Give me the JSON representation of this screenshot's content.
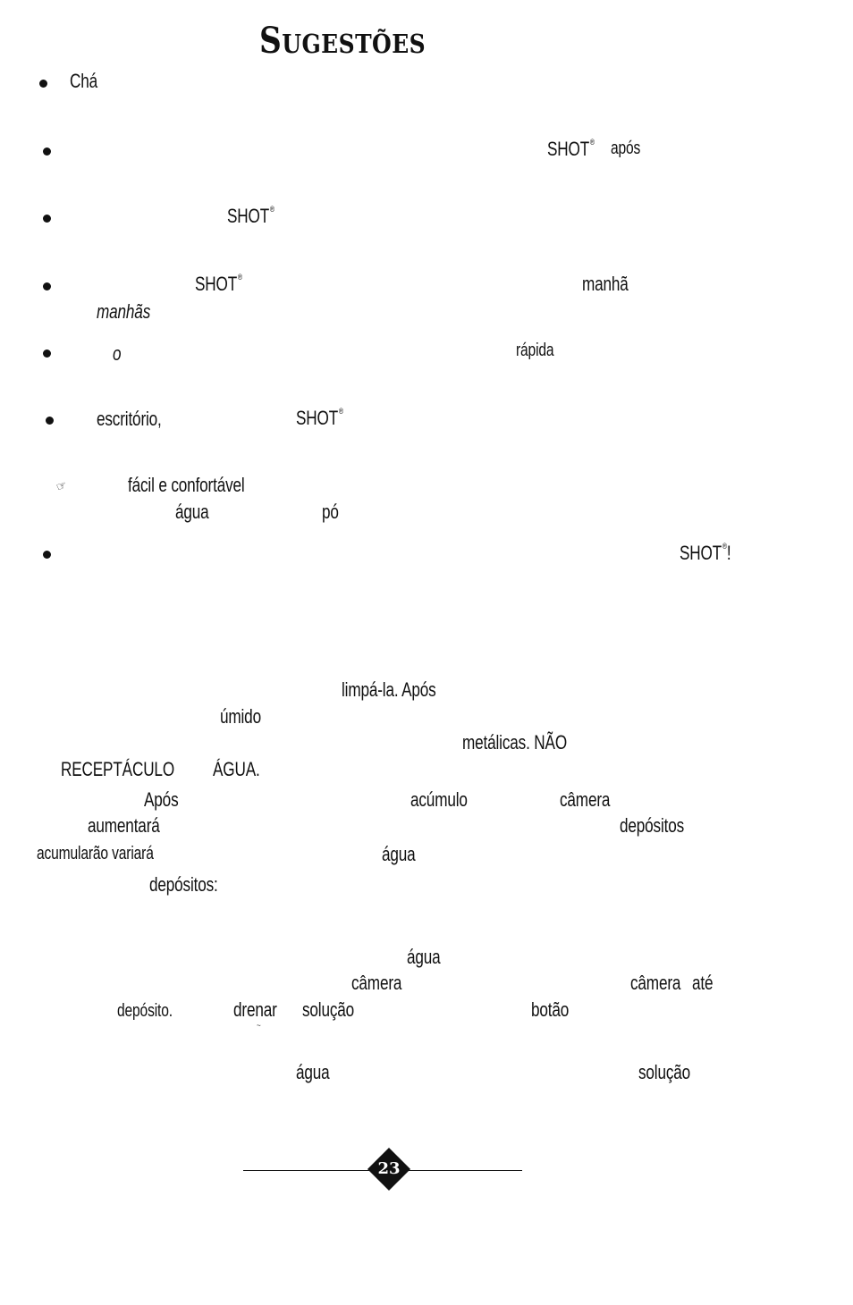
{
  "title": {
    "first": "S",
    "rest": "UGESTÕES"
  },
  "bullets": {
    "b1": {
      "w1": "Chá"
    },
    "b2": {
      "w1": "SHOT",
      "sup": "®",
      "w2": "após"
    },
    "b3": {
      "w1": "SHOT",
      "sup": "®"
    },
    "b4": {
      "w1": "SHOT",
      "sup": "®",
      "w2": "manhã",
      "w3": "manhãs"
    },
    "b5": {
      "w1": "o",
      "w2": "rápida"
    },
    "b6": {
      "w1": "escritório,",
      "w2": "SHOT",
      "sup": "®"
    },
    "tip": {
      "w1": "fácil e confortável",
      "w2": "água",
      "w3": "pó"
    },
    "b7": {
      "w1": "SHOT",
      "sup": "®",
      "w2": "!"
    }
  },
  "cleaning": {
    "l1": {
      "w1": "limpá-la. Após"
    },
    "l2": {
      "w1": "úmido"
    },
    "l3": {
      "w1": "metálicas. NÃO"
    },
    "l4": {
      "w1": "RECEPTÁCULO",
      "w2": "ÁGUA."
    },
    "l5": {
      "w1": "Após",
      "w2": "acúmulo",
      "w3": "câmera"
    },
    "l6": {
      "w1": "aumentará",
      "w2": "depósitos"
    },
    "l7": {
      "w1": "acumularão variará",
      "w2": "água"
    },
    "l8": {
      "w1": "depósitos:"
    }
  },
  "steps": {
    "s1": {
      "w1": "água"
    },
    "s2": {
      "w1": "câmera",
      "w2": "câmera",
      "w3": "até"
    },
    "s3": {
      "w1": "depósito.",
      "w2": "drenar",
      "w3": "solução",
      "w4": "botão"
    },
    "s4": {
      "w1": "água",
      "w2": "solução"
    }
  },
  "footer": {
    "page_number": "23"
  }
}
